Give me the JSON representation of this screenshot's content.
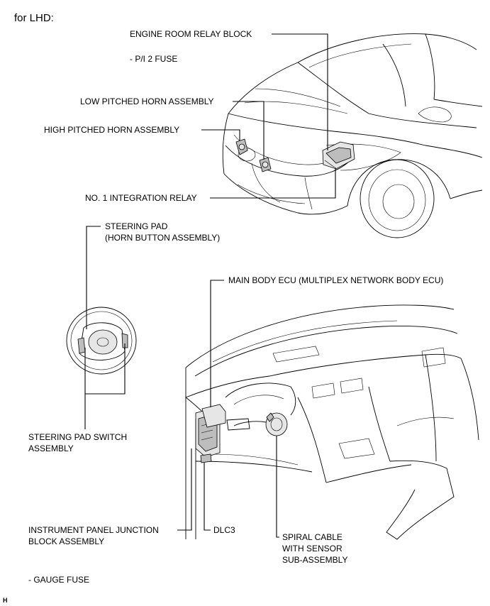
{
  "header": "for LHD:",
  "labels": {
    "engine_room_relay_block": "ENGINE ROOM RELAY BLOCK",
    "pi2_fuse": "- P/I 2 FUSE",
    "low_horn": "LOW PITCHED HORN ASSEMBLY",
    "high_horn": "HIGH PITCHED HORN ASSEMBLY",
    "integration_relay": "NO. 1 INTEGRATION RELAY",
    "steering_pad_1": "STEERING PAD",
    "steering_pad_2": "(HORN BUTTON ASSEMBLY)",
    "main_body_ecu": "MAIN BODY ECU (MULTIPLEX NETWORK BODY ECU)",
    "pad_switch_1": "STEERING PAD SWITCH",
    "pad_switch_2": "ASSEMBLY",
    "ip_junction_1": "INSTRUMENT PANEL JUNCTION",
    "ip_junction_2": "BLOCK ASSEMBLY",
    "dlc3": "DLC3",
    "spiral_1": "SPIRAL CABLE",
    "spiral_2": "WITH SENSOR",
    "spiral_3": "SUB-ASSEMBLY",
    "gauge_fuse": "- GAUGE FUSE",
    "corner_mark": "H"
  }
}
